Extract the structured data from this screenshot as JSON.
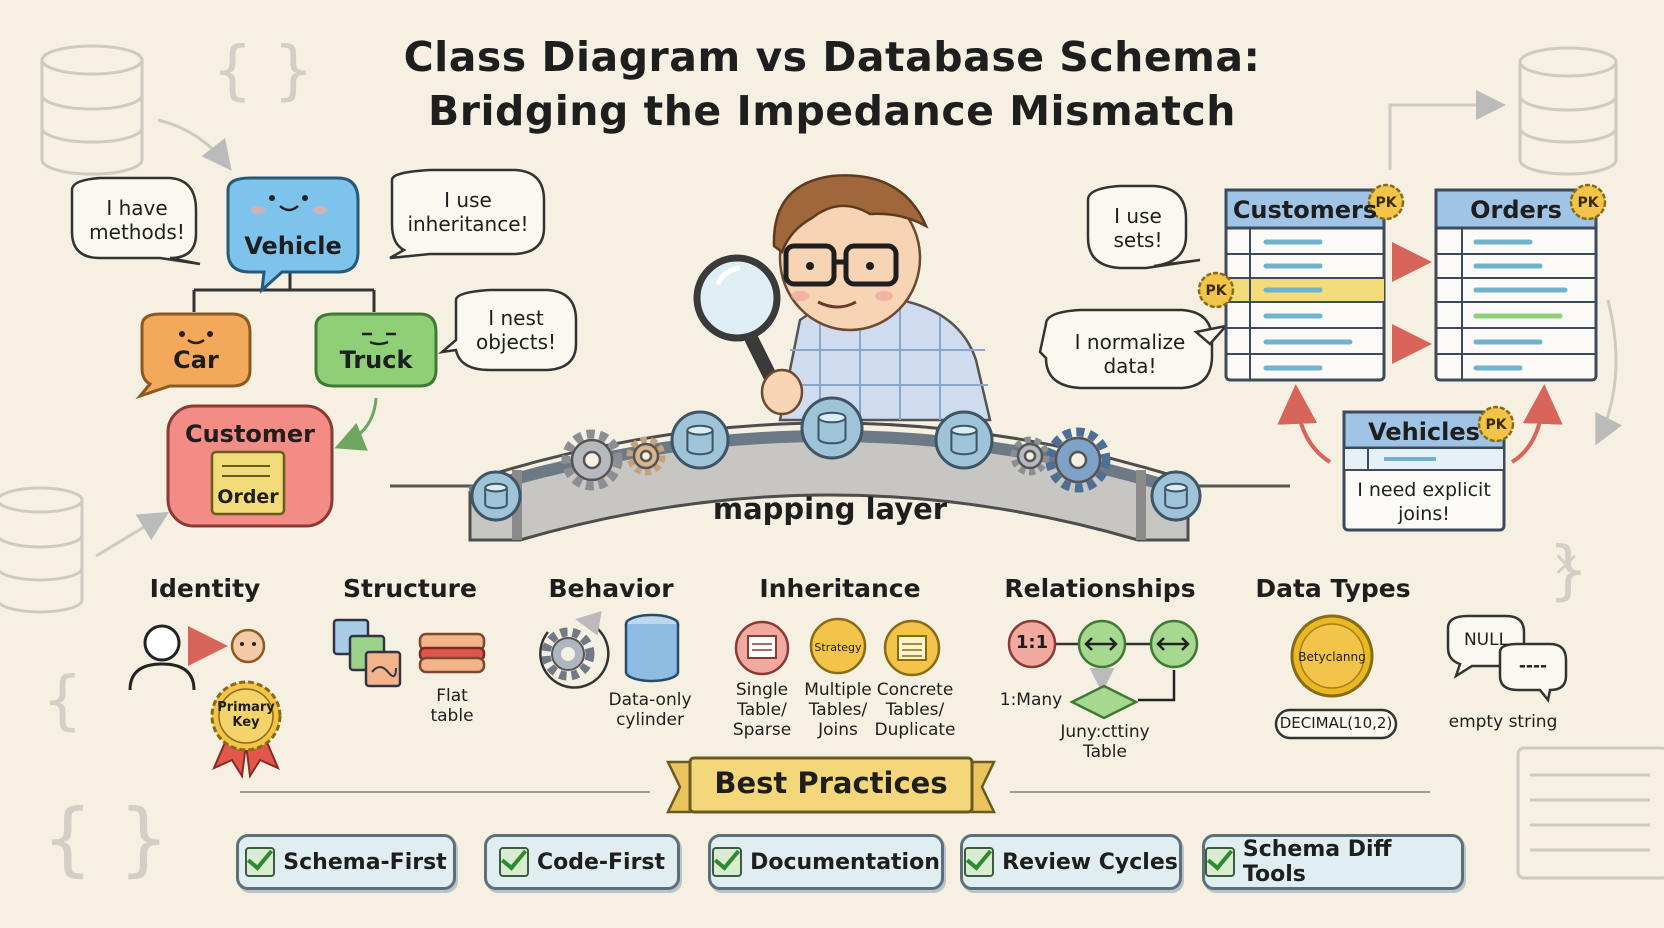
{
  "title": {
    "line1": "Class Diagram vs Database Schema:",
    "line2": "Bridging the Impedance Mismatch"
  },
  "object_side": {
    "bubbles": [
      "I have methods!",
      "I use inheritance!",
      "I nest objects!"
    ],
    "classes": [
      "Vehicle",
      "Car",
      "Truck",
      "Customer",
      "Order"
    ]
  },
  "database_side": {
    "bubbles": [
      "I use sets!",
      "I normalize data!",
      "I need explicit joins!"
    ],
    "tables": [
      "Customers",
      "Orders",
      "Vehicles"
    ],
    "key_badge": "PK"
  },
  "bridge": {
    "label": "mapping layer"
  },
  "concepts": {
    "identity": {
      "heading": "Identity",
      "badge": "Primary Key"
    },
    "structure": {
      "heading": "Structure",
      "caption": "Flat table"
    },
    "behavior": {
      "heading": "Behavior",
      "caption": "Data-only cylinder"
    },
    "inheritance": {
      "heading": "Inheritance",
      "options": [
        "Single Table/ Sparse",
        "Multiple Tables/ Joins",
        "Concrete Tables/ Duplicate"
      ],
      "icon_text": "Strategy"
    },
    "relationships": {
      "heading": "Relationships",
      "one_to_one": "1:1",
      "one_to_many": "1:Many",
      "junction": "Juny:cttiny Table"
    },
    "data_types": {
      "heading": "Data Types",
      "coin_text": "Betyclanng",
      "decimal": "DECIMAL(10,2)",
      "null_label": "NULL",
      "empty_label": "----",
      "empty_caption": "empty string"
    }
  },
  "best_practices": {
    "banner": "Best Practices",
    "items": [
      "Schema-First",
      "Code-First",
      "Documentation",
      "Review Cycles",
      "Schema Diff Tools"
    ]
  },
  "colors": {
    "background": "#f6f0e3",
    "vehicle": "#7ec3ec",
    "car": "#f3a85a",
    "truck": "#8fcf78",
    "customer": "#f28c84",
    "table_header": "#9fc4e6",
    "highlight_row": "#f2dc7a",
    "banner": "#f4d77a",
    "chip": "#e1eef1"
  }
}
